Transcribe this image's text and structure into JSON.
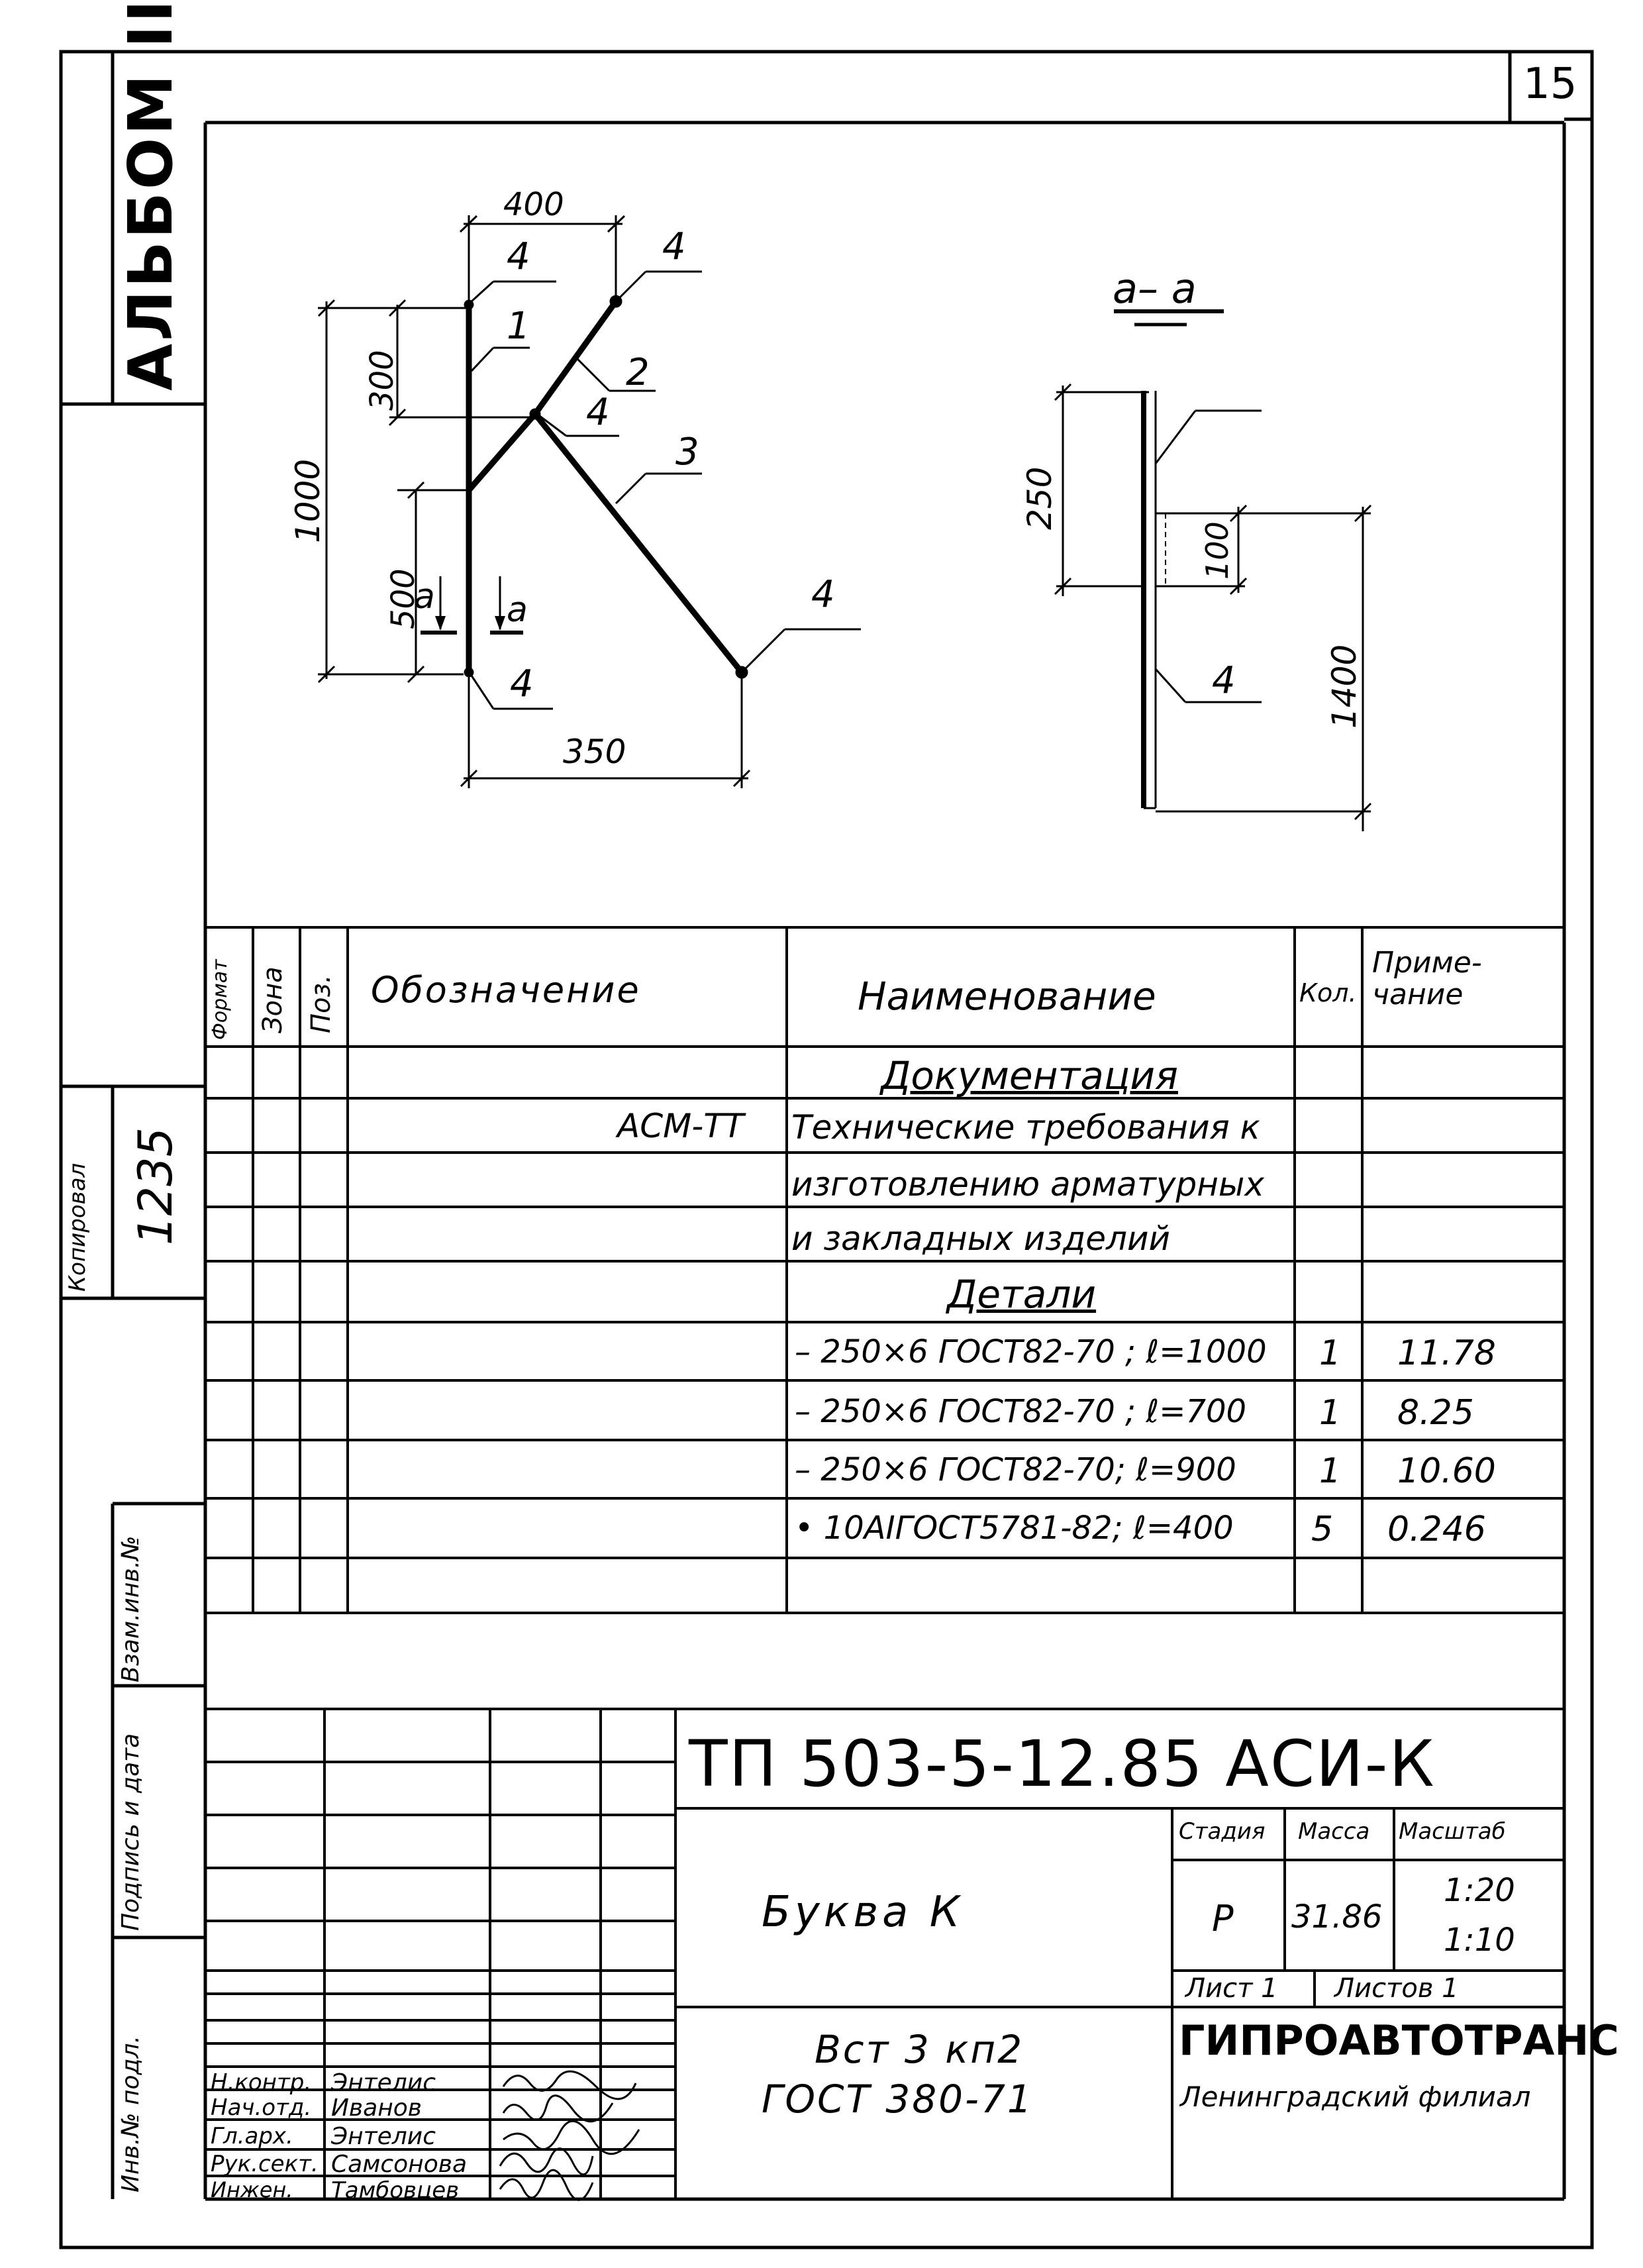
{
  "page_number": "15",
  "album_label": "АЛЬБОМ III",
  "side_stamps": {
    "copied_label": "Копировал",
    "copied_number": "1235",
    "inv_replace": "Взам.инв.№",
    "sign_date": "Подпись и дата",
    "inv_orig": "Инв.№ подл."
  },
  "drawing": {
    "dims": {
      "top": "400",
      "left_total": "1000",
      "left_upper": "300",
      "left_lower": "500",
      "bottom": "350",
      "section_upper": "250",
      "section_inner": "100",
      "section_total": "1400"
    },
    "callouts": {
      "top_left": "4",
      "top_right": "4",
      "bar1": "1",
      "bar2": "2",
      "bar3": "3",
      "mid": "4",
      "right_end": "4",
      "bottom": "4",
      "section_bottom": "4"
    },
    "section_mark": "а",
    "section_title": "а– а"
  },
  "spec_table": {
    "headers": {
      "format": "Формат",
      "zone": "Зона",
      "pos": "Поз.",
      "designation": "Обозначение",
      "name": "Наименование",
      "qty": "Кол.",
      "note": "Приме-\nчание"
    },
    "rows": [
      {
        "designation": "",
        "name": "Документация",
        "qty": "",
        "note": "",
        "heading": true
      },
      {
        "designation": "АСМ-ТТ",
        "name": "Технические требования к",
        "qty": "",
        "note": ""
      },
      {
        "designation": "",
        "name": "изготовлению арматурных",
        "qty": "",
        "note": ""
      },
      {
        "designation": "",
        "name": "и закладных изделий",
        "qty": "",
        "note": ""
      },
      {
        "designation": "",
        "name": "Детали",
        "qty": "",
        "note": "",
        "heading": true
      },
      {
        "designation": "",
        "name": "– 250×6 ГОСТ82-70 ; ℓ=1000",
        "qty": "1",
        "note": "11.78"
      },
      {
        "designation": "",
        "name": "– 250×6 ГОСТ82-70 ; ℓ=700",
        "qty": "1",
        "note": "8.25"
      },
      {
        "designation": "",
        "name": "– 250×6 ГОСТ82-70; ℓ=900",
        "qty": "1",
        "note": "10.60"
      },
      {
        "designation": "",
        "name": "• 10АIГОСТ5781-82; ℓ=400",
        "qty": "5",
        "note": "0.246"
      }
    ]
  },
  "title_block": {
    "code": "ТП 503-5-12.85 АСИ-К",
    "title": "Буква К",
    "material_line1": "Вст 3 кп2",
    "material_line2": "ГОСТ 380-71",
    "stage_label": "Стадия",
    "mass_label": "Масса",
    "scale_label": "Масштаб",
    "stage": "Р",
    "mass": "31.86",
    "scale1": "1:20",
    "scale2": "1:10",
    "sheet": "Лист 1",
    "sheets": "Листов 1",
    "org": "ГИПРОАВТОТРАНС",
    "branch": "Ленинградский филиал",
    "signatures": [
      {
        "role": "Н.контр.",
        "name": "Энтелис"
      },
      {
        "role": "Нач.отд.",
        "name": "Иванов"
      },
      {
        "role": "Гл.арх.",
        "name": "Энтелис"
      },
      {
        "role": "Рук.сект.",
        "name": "Самсонова"
      },
      {
        "role": "Инжен.",
        "name": "Тамбовцев"
      }
    ]
  }
}
